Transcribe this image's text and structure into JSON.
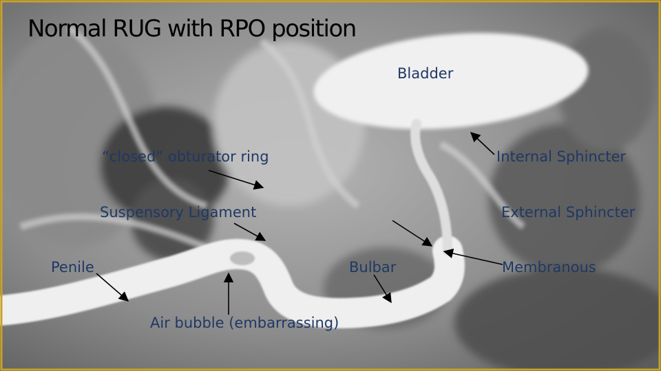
{
  "slide": {
    "title": "Normal RUG with RPO position",
    "labels": {
      "bladder": "Bladder",
      "obturator_ring": "“closed” obturator ring",
      "internal_sphincter": "Internal Sphincter",
      "suspensory_ligament": "Suspensory Ligament",
      "external_sphincter": "External Sphincter",
      "penile": "Penile",
      "bulbar": "Bulbar",
      "membranous": "Membranous",
      "air_bubble": "Air bubble (embarrassing)"
    },
    "colors": {
      "label_text": "#1f3864",
      "arrow": "#000000",
      "border": "#c9a227"
    }
  }
}
